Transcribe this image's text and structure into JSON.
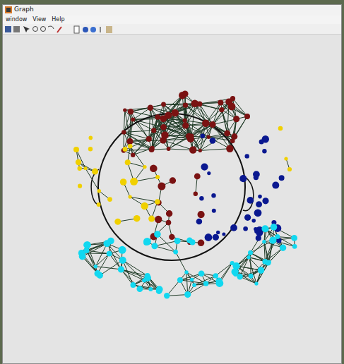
{
  "diagram": {
    "title": "Graph",
    "labels": [
      "window",
      "View",
      "Help"
    ]
  }
}
